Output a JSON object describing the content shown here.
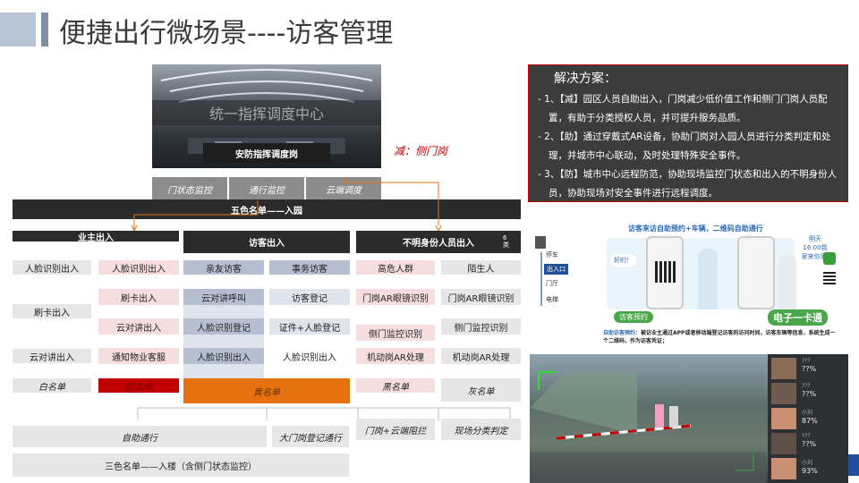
{
  "title": "便捷出行微场景----访客管理",
  "command_center": {
    "banner": "统一指挥调度中心",
    "dispatch_post": "安防指挥调度岗",
    "side_note": "减：侧门岗",
    "sub_items": [
      "门状态监控",
      "通行监控",
      "云端调度"
    ],
    "five_color": "五色名单——入园"
  },
  "columns": {
    "owner": "业主出入",
    "visitor": "访客出入",
    "unknown": "不明身份人员出入",
    "unknown_badge": "6类"
  },
  "owner_left": [
    "人脸识别出入",
    "刷卡出入",
    "云对讲出入",
    "白名单"
  ],
  "owner_right": [
    "人脸识别出入",
    "刷卡出入",
    "云对讲出入",
    "通知物业客服",
    "红名单"
  ],
  "visitor_a": [
    "亲友访客",
    "云对讲呼叫",
    "人脸识别登记",
    "人脸识别出入"
  ],
  "visitor_b": [
    "事务访客",
    "访客登记",
    "证件+人脸登记",
    "人脸识别出入"
  ],
  "visitor_list": "黄名单",
  "unknown_a": [
    "高危人群",
    "门岗AR眼镜识别",
    "侧门监控识别",
    "机动岗AR处理",
    "黑名单"
  ],
  "unknown_b": [
    "陌生人",
    "门岗AR眼镜识别",
    "侧门监控识别",
    "机动岗AR处理",
    "灰名单"
  ],
  "bottom": {
    "self": "自助通行",
    "gate_reg": "大门岗登记通行",
    "gate_cloud": "门岗+云端阻拦",
    "field": "现场分类判定",
    "three_color": "三色名单——入楼（含侧门状态监控）"
  },
  "solution": {
    "heading": "解决方案：",
    "items": [
      "1、【减】园区人员自助出入，门岗减少低价值工作和侧门门岗人员配置，有助于分类授权人员，并可提升服务品质。",
      "2、【助】通过穿戴式AR设备，协助门岗对入园人员进行分类判定和处理，并城市中心联动，及时处理特殊安全事件。",
      "3、【防】城市中心远程防范，协助现场监控门状态和出入的不明身份人员，协助现场对安全事件进行远程调度。"
    ]
  },
  "app_panel": {
    "headline": "访客来访自助预约+车辆，二维码自助通行",
    "floors": [
      "停车",
      "出入口",
      "门厅",
      "电梯"
    ],
    "greeting": "好的！",
    "bubble": "明天16:00我家来你家!",
    "label_left": "访客预约",
    "label_right": "电子一卡通",
    "desc_lead": "自助访客预约：",
    "desc": "被访业主通过APP或者移动端登记访客的访问时间，访客车辆等信息，系统生成一个二维码，作为访客凭证；"
  },
  "camera": {
    "scores": [
      "??%",
      "??%",
      "87%",
      "??%",
      "93%"
    ],
    "sub": [
      "???",
      "???",
      "小刘",
      "???",
      "小刘"
    ]
  },
  "colors": {
    "accent": "#e6720f",
    "red_list": "#c00000",
    "solution_bg": "#3c3c3c",
    "title_bar": "#7f8fa6"
  }
}
